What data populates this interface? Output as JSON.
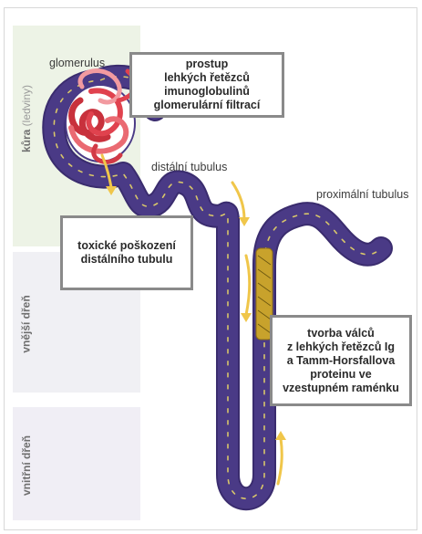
{
  "zones": [
    {
      "id": "cortex",
      "label_bold": "kůra",
      "label_light": "(ledviny)",
      "color": "#edf3e6"
    },
    {
      "id": "outer",
      "label_bold": "vnější dřeň",
      "label_light": "",
      "color": "#f0f0f4"
    },
    {
      "id": "inner",
      "label_bold": "vnitřní dřeň",
      "label_light": "",
      "color": "#f0eef5"
    }
  ],
  "labels": {
    "glomerulus": "glomerulus",
    "distal": "distální tubulus",
    "proximal": "proximální tubulus"
  },
  "boxes": {
    "filtration": "prostup\nlehkých řetězců\nimunoglobulinů\nglomerulární filtrací",
    "toxic": "toxické poškození\ndistálního tubulu",
    "casts": "tvorba válců\nz lehkých řetězců Ig\na Tamm-Horsfallova\nproteinu ve\nvzestupném raménku"
  },
  "colors": {
    "tubule": "#4a3a86",
    "tubule_dark": "#3a2c6e",
    "glomerulus_red": "#e0424e",
    "cast": "#c8a22c",
    "arrow": "#f0c64a",
    "box_border": "#8a8a8a"
  }
}
